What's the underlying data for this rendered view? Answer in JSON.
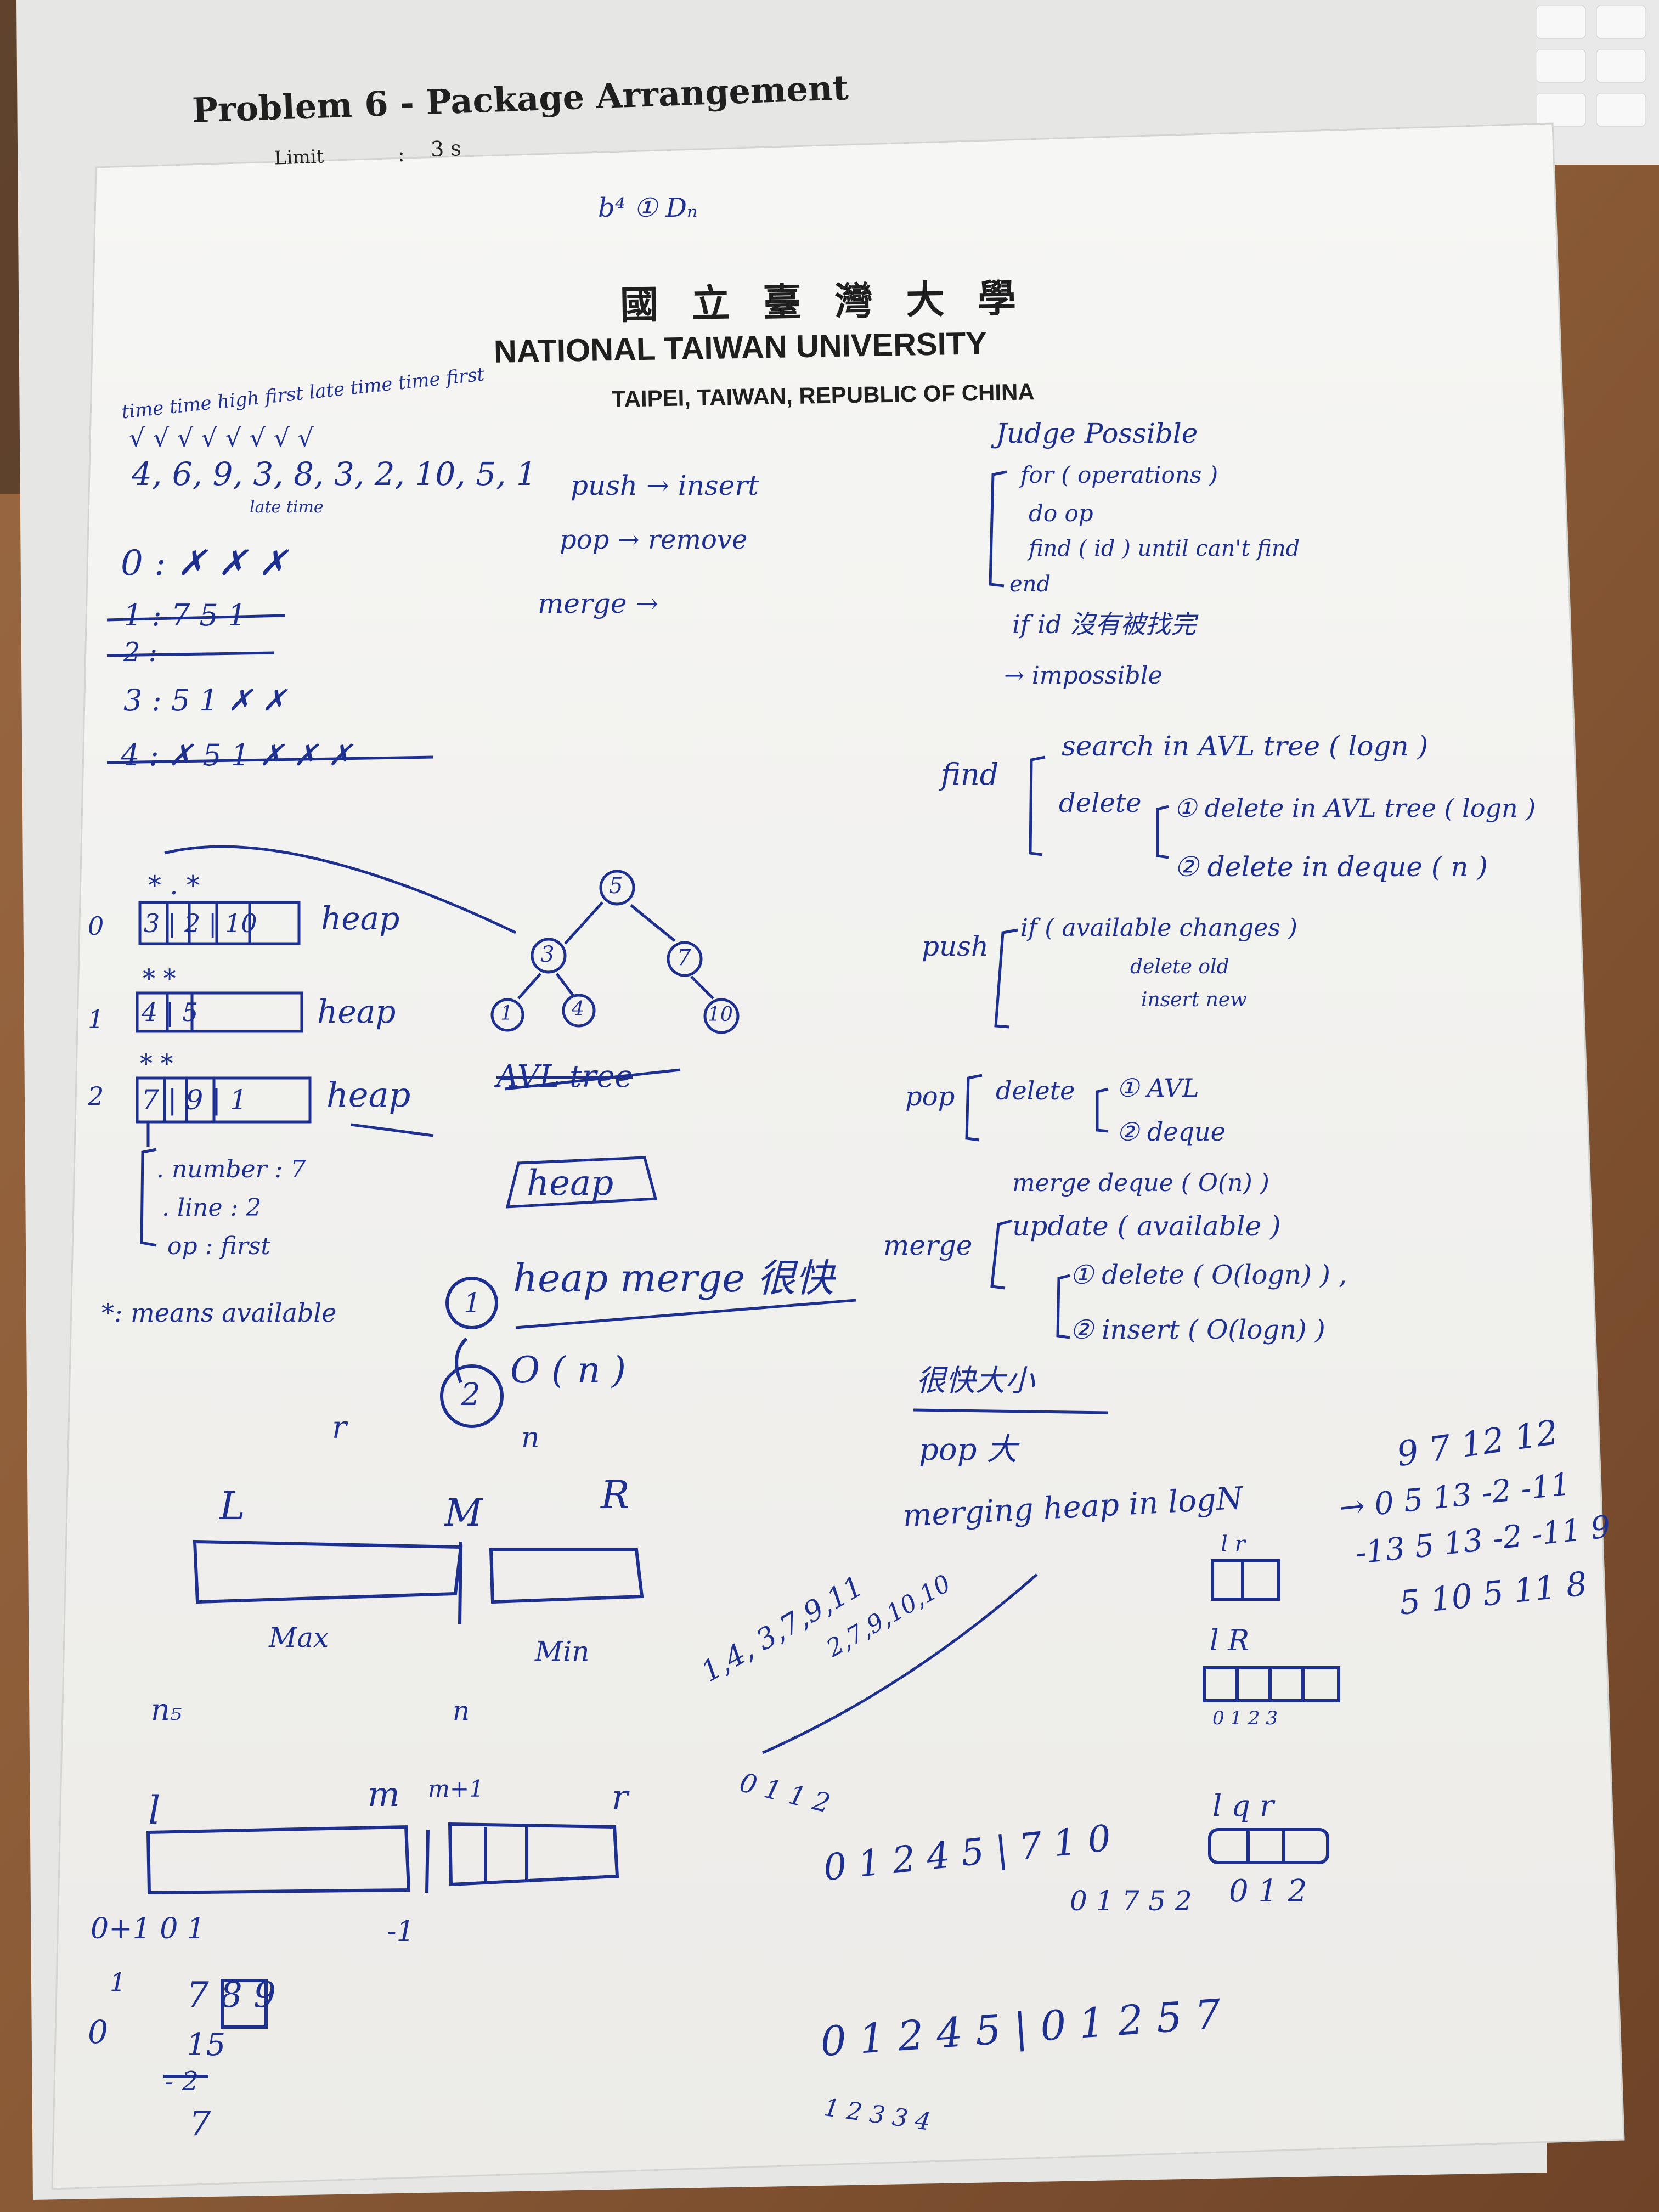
{
  "colors": {
    "desk": "#8a5a36",
    "paper": "#f3f3f1",
    "paper_back": "#e8e8e6",
    "ink": "#1d2f8f",
    "print": "#222222"
  },
  "back_sheet": {
    "title": "Problem 6 - Package Arrangement",
    "limit_label": "Limit",
    "limit_sep": ":",
    "limit_value": "3 s"
  },
  "letterhead": {
    "chinese": "國 立 臺 灣 大 學",
    "english": "NATIONAL TAIWAN UNIVERSITY",
    "location": "TAIPEI, TAIWAN, REPUBLIC OF CHINA"
  },
  "notes": {
    "top_scribble": "b⁴ ① Dₙ",
    "seq_tags": "time  time  high  first  late  time  time  first",
    "seq_checks": "√ √  √  √ √ √ √ √",
    "sequence": "4, 6, 9, 3, 8, 3, 2, 10, 5, 1",
    "seq_under": "late  time",
    "row0": "0 : ✗ ✗ ✗",
    "row1": "1 : 7 5 1",
    "row2": "2 :",
    "row3": "3 : 5 1 ✗ ✗",
    "row4": "4 : ✗ 5 1 ✗ ✗ ✗",
    "map_push": "push  →  insert",
    "map_pop": "pop  →  remove",
    "map_merge": "merge  →",
    "judge_title": "Judge Possible",
    "judge_l1": "for ( operations )",
    "judge_l2": "do op",
    "judge_l3": "find ( id )  until  can't find",
    "judge_l4": "end",
    "judge_l5": "if  id 沒有被找完",
    "judge_l6": "→ impossible",
    "find_label": "find",
    "find_l1": "search  in  AVL tree  ( logn )",
    "find_l2": "delete",
    "find_l3": "① delete  in  AVL  tree ( logn )",
    "find_l4": "② delete  in  deque  ( n )",
    "push_label": "push",
    "push_l1": "if  ( available  changes )",
    "push_l2": "delete old",
    "push_l3": "insert new",
    "pop_label": "pop",
    "pop_l1": "delete",
    "pop_l2": "① AVL",
    "pop_l3": "② deque",
    "merge_label": "merge",
    "merge_l1": "merge  deque  ( O(n) )",
    "merge_l2": "update  ( available )",
    "merge_l3": "① delete  ( O(logn) ) ,",
    "merge_l4": "② insert  ( O(logn) )",
    "mid_l1": "很快大小",
    "mid_l2": "pop 大",
    "mid_l3": "merging  heap  in  logN",
    "heap0_idx": "0",
    "heap0_vals": "3 | 2 | 10",
    "heap1_idx": "1",
    "heap1_vals": "4 | 5",
    "heap2_idx": "2",
    "heap2_vals": "7 | 9 | 1",
    "heap_word": "heap",
    "stars0": "*  .  *",
    "stars1": "* *",
    "stars2": "*      *",
    "info_number": ". number : 7",
    "info_line": ". line : 2",
    "info_op": "op : first",
    "star_means": "*: means  available",
    "tree_nodes": [
      "5",
      "3",
      "7",
      "1",
      "4",
      "10"
    ],
    "avl_label": "AVL tree",
    "heap_box": "heap",
    "heap_merge_note": "heap merge 很快",
    "circle1": "1",
    "circle2": "2",
    "on_note": "O ( n )",
    "r_mark": "r",
    "n_mark": "n",
    "L_mark": "L",
    "M_mark": "M",
    "R_mark": "R",
    "max_label": "Max",
    "min_label": "Min",
    "n5": "n₅",
    "n_small": "n",
    "l_mark": "l",
    "m_mark": "m",
    "m1_mark": "m+1",
    "r2_mark": "r",
    "bottom_seq1": "0+1  0  1",
    "bottom_neg": "-1",
    "bottom_1": "1",
    "bottom_789": "7 8 9",
    "bottom_0": "0",
    "bottom_15": "15",
    "bottom_m2": "- 2",
    "bottom_7": "7",
    "diag1": "1,4,  3,7,9,11",
    "diag2": "2,7,9,10,10",
    "seq_011": "0   1   1   2",
    "seq_0124": "0 1 2 4   5  |  7 1 0",
    "seq_0175": "0 1 7 5 2",
    "seq_012": "0 1 2",
    "seq_bottom": "0 1 2 4 5 | 0 1 2 5 7",
    "seq_12334": "1  2  3  3  4",
    "lr_box": "l  r",
    "lr_box2": "l       R",
    "lr_idx": "0 1 2 3",
    "lqr": "l  q  r",
    "num_rows_1": "9  7  12  12",
    "num_rows_2": "→ 0   5   13  -2  -11",
    "num_rows_3": "-13   5   13   -2   -11   9",
    "num_rows_4": "5   10   5   11   8"
  }
}
